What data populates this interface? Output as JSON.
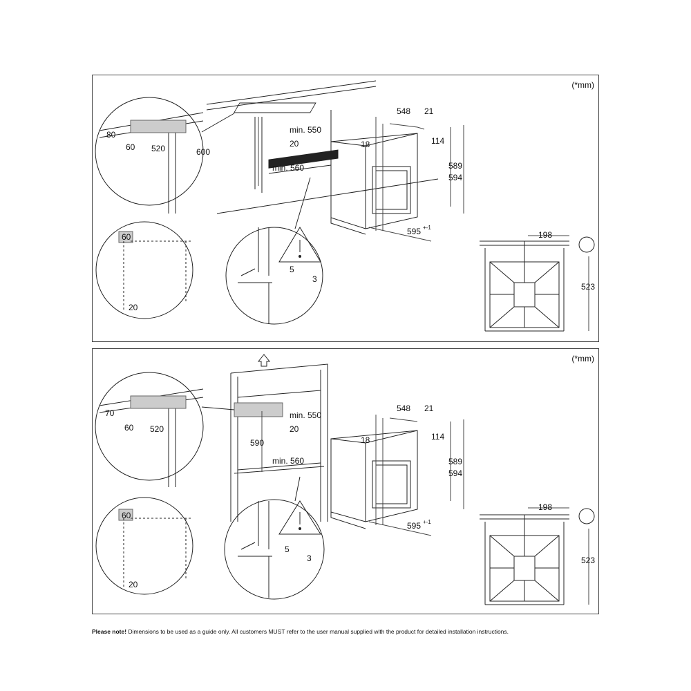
{
  "unit_note": "(*mm)",
  "footer": {
    "bold": "Please note!",
    "text": " Dimensions to be used as a guide only. All customers MUST refer to the user manual supplied with the product for detailed installation instructions."
  },
  "top": {
    "dims": {
      "cabinet_height": "600",
      "min_width": "min. 550",
      "gap_20": "20",
      "min_depth": "min. 560",
      "oven_depth": "548",
      "door_depth": "21",
      "top_gap": "18",
      "panel_height": "114",
      "body_height": "589",
      "total_height": "594",
      "width": "595",
      "width_tol": "+-1",
      "conn_80": "80",
      "conn_60": "60",
      "conn_520": "520",
      "side_60": "60",
      "side_20": "20",
      "vent_5": "5",
      "vent_3": "3",
      "back_198": "198",
      "back_523": "523"
    }
  },
  "bottom": {
    "dims": {
      "cabinet_height": "590",
      "min_width": "min. 550",
      "gap_20": "20",
      "min_depth": "min. 560",
      "oven_depth": "548",
      "door_depth": "21",
      "top_gap": "18",
      "panel_height": "114",
      "body_height": "589",
      "total_height": "594",
      "width": "595",
      "width_tol": "+-1",
      "conn_70": "70",
      "conn_60": "60",
      "conn_520": "520",
      "side_60": "60",
      "side_20": "20",
      "vent_5": "5",
      "vent_3": "3",
      "back_198": "198",
      "back_523": "523"
    }
  }
}
